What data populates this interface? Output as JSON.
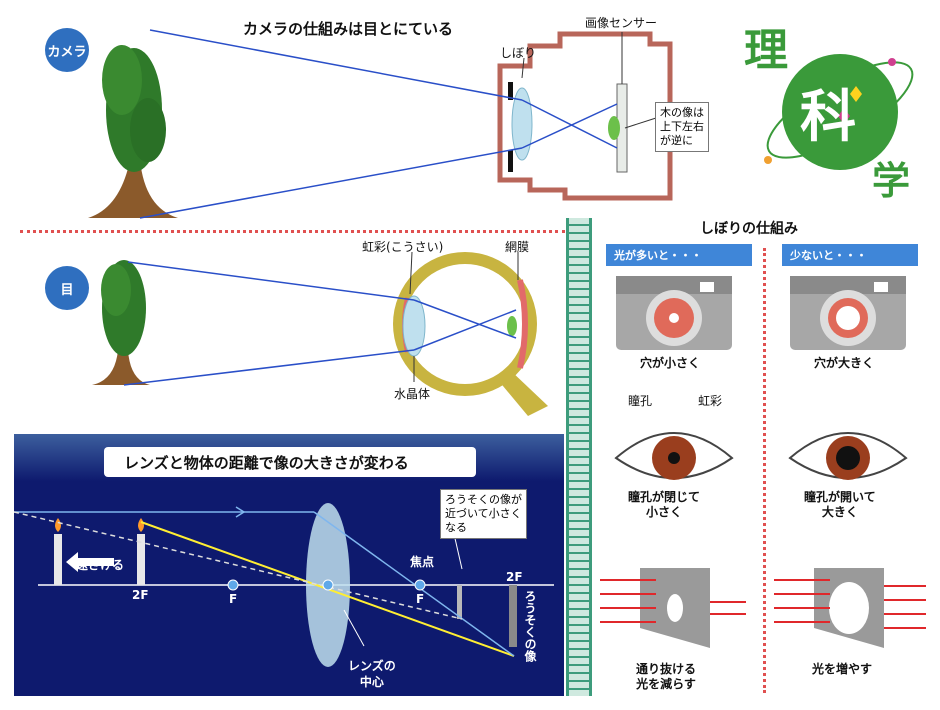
{
  "camera": {
    "badge": "カメラ",
    "title": "カメラの仕組みは目とにている",
    "aperture_label": "しぼり",
    "sensor_label": "画像センサー",
    "note_lines": [
      "木の像は",
      "上下左右",
      "が逆に"
    ]
  },
  "logo": {
    "chars": [
      "理",
      "科",
      "学"
    ]
  },
  "eye": {
    "badge": "目",
    "iris_label": "虹彩(こうさい)",
    "retina_label": "網膜",
    "lens_label": "水晶体"
  },
  "lens_diagram": {
    "title": "レンズと物体の距離で像の大きさが変わる",
    "move_label": "遠ざける",
    "note_lines": [
      "ろうそくの像が",
      "近づいて小さく",
      "なる"
    ],
    "focal_label": "焦点",
    "f_left": "F",
    "f_right": "F",
    "twof_left": "2F",
    "twof_right": "2F",
    "center_lines": [
      "レンズの",
      "中心"
    ],
    "image_label": "ろうそくの像"
  },
  "aperture_panel": {
    "title": "しぼりの仕組み",
    "more_light": {
      "tag": "光が多いと・・・",
      "camera_caption": "穴が小さく",
      "pupil_label": "瞳孔",
      "iris_label": "虹彩",
      "eye_caption": [
        "瞳孔が閉じて",
        "小さく"
      ],
      "light_caption": [
        "通り抜ける",
        "光を減らす"
      ]
    },
    "less_light": {
      "tag": "少ないと・・・",
      "camera_caption": "穴が大きく",
      "eye_caption": [
        "瞳孔が開いて",
        "大きく"
      ],
      "light_caption": [
        "光を増やす"
      ]
    }
  },
  "colors": {
    "ray": "#2a4fc8",
    "night_bg": "#0e1a6e",
    "logo_green": "#3a9a3a",
    "arrow_red": "#e0282b"
  }
}
